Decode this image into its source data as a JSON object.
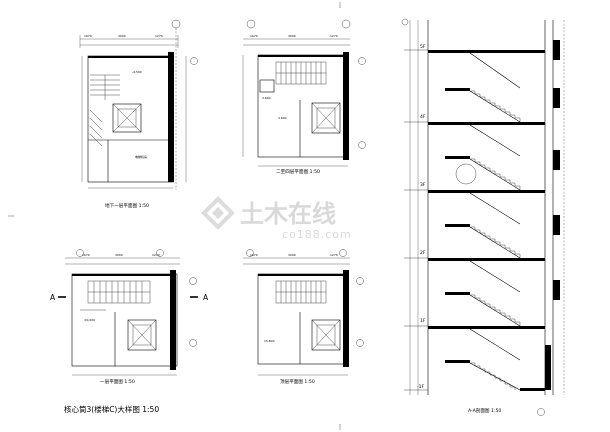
{
  "sheet": {
    "main_title": "核心筒3(楼梯C)大样图 1:50",
    "watermark_cn": "土木在线",
    "watermark_en": "co188.com"
  },
  "plans": [
    {
      "id": "basement",
      "title": "地下一层平面图  1:50",
      "room_label": "电梯机房"
    },
    {
      "id": "second",
      "title": "二至四层平面图  1:50"
    },
    {
      "id": "first",
      "title": "一层平面图  1:50"
    },
    {
      "id": "roof",
      "title": "顶层平面图  1:50"
    }
  ],
  "section": {
    "title": "A-A剖面图  1:50",
    "floor_labels": [
      "5F",
      "4F",
      "3F",
      "2F",
      "1F",
      "-1F"
    ]
  },
  "section_marks": {
    "left": "A",
    "right": "A"
  },
  "elevations": {
    "basement": "-4.500",
    "first": "±0.000",
    "roof": "15.600",
    "typical_1": "3.600",
    "typical_2": "7.200"
  }
}
